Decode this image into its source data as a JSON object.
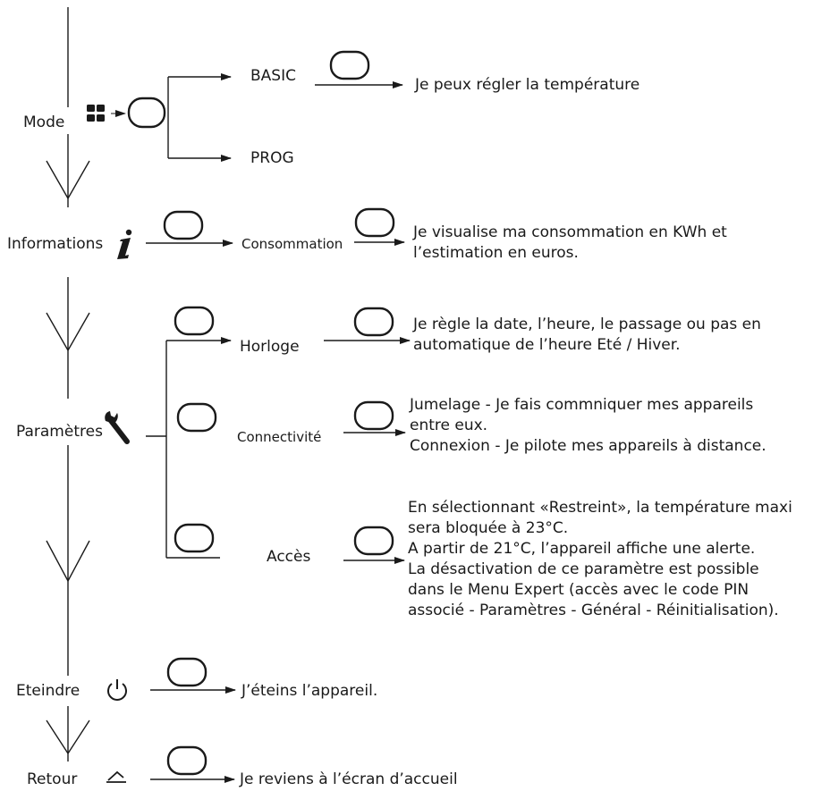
{
  "menu": {
    "mode": {
      "label": "Mode",
      "icon": "grid-icon",
      "options": {
        "basic": {
          "label": "BASIC",
          "description": "Je peux régler la température"
        },
        "prog": {
          "label": "PROG"
        }
      }
    },
    "informations": {
      "label": "Informations",
      "icon": "info-icon",
      "consommation": {
        "label": "Consommation",
        "description": [
          "Je visualise ma consommation en KWh et",
          "l’estimation en euros."
        ]
      }
    },
    "parametres": {
      "label": "Paramètres",
      "icon": "wrench-icon",
      "horloge": {
        "label": "Horloge",
        "description": [
          "Je règle la date, l’heure, le passage ou pas en",
          "automatique de l’heure Eté / Hiver."
        ]
      },
      "connectivite": {
        "label": "Connectivité",
        "description": [
          "Jumelage -  Je fais commniquer mes appareils",
          "entre eux.",
          "Connexion - Je pilote mes appareils à distance."
        ]
      },
      "acces": {
        "label": "Accès",
        "description": [
          "En sélectionnant «Restreint», la température maxi",
          "sera bloquée à 23°C.",
          "A partir de 21°C, l’appareil affiche une alerte.",
          "La désactivation de ce paramètre est possible",
          "dans le Menu Expert (accès avec le code PIN",
          "associé - Paramètres - Général - Réinitialisation)."
        ]
      }
    },
    "eteindre": {
      "label": "Eteindre",
      "icon": "power-icon",
      "description": "J’éteins l’appareil."
    },
    "retour": {
      "label": "Retour",
      "icon": "return-icon",
      "description": "Je reviens à l’écran d’accueil"
    }
  },
  "colors": {
    "ink": "#1a1a1a",
    "background": "#ffffff"
  }
}
